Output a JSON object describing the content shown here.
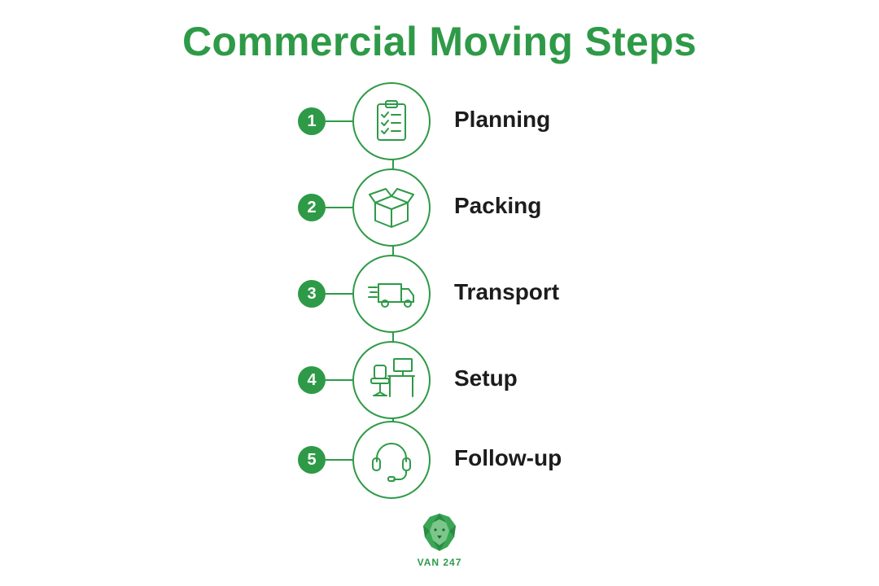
{
  "title": "Commercial Moving Steps",
  "accent_color": "#2e9a47",
  "text_color": "#1c1c1c",
  "steps": [
    {
      "number": "1",
      "label": "Planning",
      "icon": "clipboard-checklist-icon"
    },
    {
      "number": "2",
      "label": "Packing",
      "icon": "open-box-icon"
    },
    {
      "number": "3",
      "label": "Transport",
      "icon": "moving-truck-icon"
    },
    {
      "number": "4",
      "label": "Setup",
      "icon": "office-desk-icon"
    },
    {
      "number": "5",
      "label": "Follow-up",
      "icon": "headset-icon"
    }
  ],
  "logo": {
    "text": "VAN 247",
    "icon": "lion-logo-icon"
  }
}
